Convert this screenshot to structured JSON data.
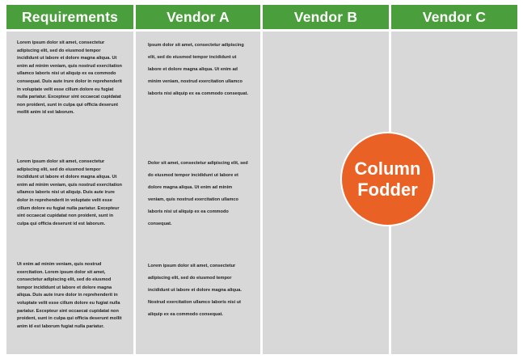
{
  "columns": [
    {
      "header": "Requirements"
    },
    {
      "header": "Vendor A"
    },
    {
      "header": "Vendor B"
    },
    {
      "header": "Vendor C"
    }
  ],
  "requirements": [
    "Lorem ipsum dolor sit amet, consectetur adipiscing elit, sed do eiusmod tempor incididunt ut labore et dolore magna aliqua. Ut enim ad minim veniam, quis nostrud exercitation ullamco laboris nisi ut aliquip ex ea commodo consequat. Duis aute irure dolor in reprehenderit in voluptate velit esse cillum dolore eu fugiat nulla pariatur. Excepteur sint occaecat cupidatat non proident, sunt in culpa qui officia deserunt mollit anim id est laborum.",
    "Lorem ipsum dolor sit amet, consectetur adipiscing elit, sed do eiusmod tempor incididunt ut labore et dolore magna aliqua. Ut enim ad minim veniam, quis nostrud exercitation ullamco laboris nisi ut aliquip. Duis aute irure dolor in reprehenderit in voluptate velit esse cillum dolore eu fugiat nulla pariatur. Excepteur sint occaecat cupidatat non proident, sunt in culpa qui officia deserunt id est laborum.",
    "Ut enim ad minim veniam, quis nostrud exercitation. Lorem ipsum dolor sit amet, consectetur adipiscing elit, sed do eiusmod tempor incididunt ut labore et dolore magna aliqua. Duis aute irure dolor in reprehenderit in voluptate velit esse cillum dolore eu fugiat nulla pariatur. Excepteur sint occaecat cupidatat non proident, sunt in culpa qui officia deserunt mollit anim id est laborum fugiat nulla pariatur."
  ],
  "vendor_a": [
    "Ipsum dolor sit amet, consectetur adipiscing elit, sed do eiusmod tempor incididunt ut labore et dolore magna aliqua. Ut enim ad minim veniam, nostrud exercitation ullamco laboris nisi aliquip ex ea commodo consequat.",
    "Dolor sit amet, consectetur adipiscing elit, sed do eiusmod tempor incididunt ut labore et dolore magna aliqua. Ut enim ad minim veniam, quis nostrud exercitation ullamco laboris nisi ut aliquip ex ea commodo consequat.",
    "Lorem ipsum dolor sit amet, consectetur adipiscing elit, sed do eiusmod tempor incididunt ut labore et dolore magna aliqua. Nostrud exercitation ullamco laboris nisi ut aliquip ex ea commodo consequat."
  ],
  "badge": {
    "line1": "Column",
    "line2": "Fodder"
  },
  "colors": {
    "header_green": "#4a9e3c",
    "cell_gray": "#d8d8d8",
    "badge_orange": "#ea6125",
    "header_text": "#ffffff"
  }
}
